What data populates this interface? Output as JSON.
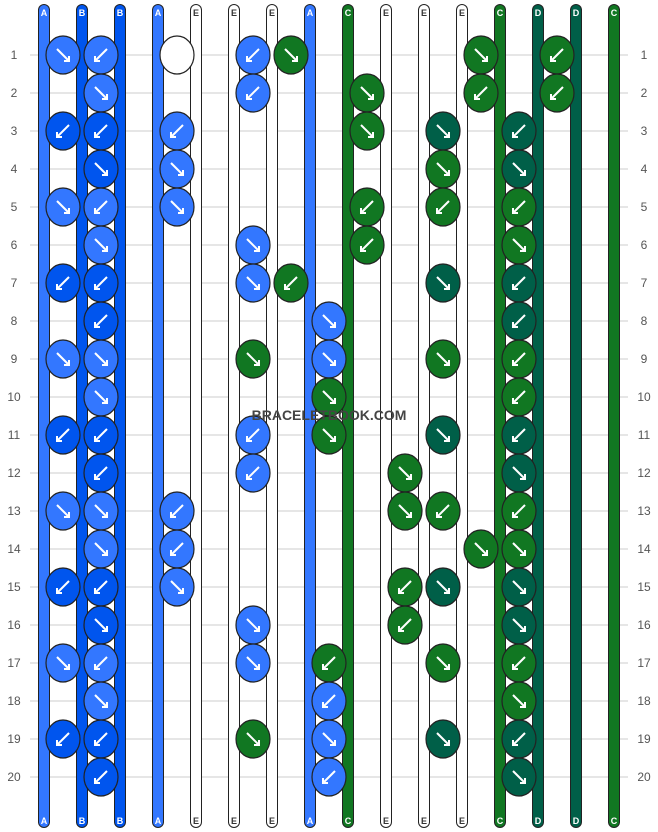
{
  "watermark": "BRACELETBOOK.COM",
  "row_labels": [
    "1",
    "2",
    "3",
    "4",
    "5",
    "6",
    "7",
    "8",
    "9",
    "10",
    "11",
    "12",
    "13",
    "14",
    "15",
    "16",
    "17",
    "18",
    "19",
    "20"
  ],
  "colors": {
    "A": "#3377ff",
    "B": "#0055ee",
    "C": "#117722",
    "D": "#005f48",
    "E": "#ffffff",
    "strand_outline": "#222222",
    "row_line": "#cccccc"
  },
  "strands_top": [
    "A",
    "B",
    "B",
    "A",
    "E",
    "E",
    "E",
    "A",
    "C",
    "E",
    "E",
    "E",
    "C",
    "D",
    "D",
    "C"
  ],
  "strands_bottom": [
    "A",
    "B",
    "B",
    "A",
    "E",
    "E",
    "E",
    "A",
    "C",
    "E",
    "E",
    "E",
    "C",
    "D",
    "D",
    "C"
  ],
  "knots": [
    [
      "A",
      "A",
      "",
      "E",
      "",
      "A",
      "C",
      "",
      "",
      "",
      "",
      "C",
      "",
      "C"
    ],
    [
      "A",
      "",
      "",
      "",
      "A",
      "",
      "",
      "C",
      "",
      "",
      "C",
      "",
      "C",
      ""
    ],
    [
      "B",
      "B",
      "",
      "A",
      "",
      "",
      "",
      "",
      "C",
      "",
      "D",
      "",
      "D",
      ""
    ],
    [
      "B",
      "",
      "A",
      "",
      "",
      "",
      "",
      "",
      "",
      "C",
      "",
      "D",
      "",
      ""
    ],
    [
      "A",
      "A",
      "",
      "A",
      "",
      "",
      "",
      "",
      "C",
      "",
      "C",
      "",
      "C",
      ""
    ],
    [
      "A",
      "",
      "",
      "",
      "A",
      "",
      "",
      "C",
      "",
      "",
      "",
      "C",
      "",
      ""
    ],
    [
      "B",
      "B",
      "",
      "",
      "",
      "A",
      "C",
      "",
      "",
      "",
      "D",
      "",
      "D",
      ""
    ],
    [
      "B",
      "",
      "",
      "",
      "",
      "",
      "A",
      "",
      "",
      "",
      "",
      "D",
      "",
      ""
    ],
    [
      "A",
      "A",
      "",
      "",
      "",
      "C",
      "",
      "A",
      "",
      "",
      "C",
      "",
      "C",
      ""
    ],
    [
      "A",
      "",
      "",
      "",
      "",
      "",
      "C",
      "",
      "",
      "",
      "",
      "C",
      "",
      ""
    ],
    [
      "B",
      "B",
      "",
      "",
      "",
      "A",
      "",
      "C",
      "",
      "",
      "D",
      "",
      "D",
      ""
    ],
    [
      "B",
      "",
      "",
      "",
      "A",
      "",
      "",
      "",
      "C",
      "",
      "",
      "D",
      "",
      ""
    ],
    [
      "A",
      "A",
      "",
      "A",
      "",
      "",
      "",
      "",
      "",
      "C",
      "C",
      "",
      "C",
      ""
    ],
    [
      "A",
      "",
      "A",
      "",
      "",
      "",
      "",
      "",
      "",
      "",
      "C",
      "C",
      "",
      ""
    ],
    [
      "B",
      "B",
      "",
      "A",
      "",
      "",
      "",
      "",
      "",
      "C",
      "D",
      "",
      "D",
      ""
    ],
    [
      "B",
      "",
      "",
      "",
      "A",
      "",
      "",
      "",
      "C",
      "",
      "",
      "D",
      "",
      ""
    ],
    [
      "A",
      "A",
      "",
      "",
      "",
      "A",
      "",
      "C",
      "",
      "",
      "C",
      "",
      "C",
      ""
    ],
    [
      "A",
      "",
      "",
      "",
      "",
      "",
      "A",
      "",
      "",
      "",
      "",
      "C",
      "",
      ""
    ],
    [
      "B",
      "B",
      "",
      "",
      "",
      "C",
      "",
      "A",
      "",
      "",
      "D",
      "",
      "D",
      ""
    ],
    [
      "B",
      "",
      "",
      "",
      "",
      "",
      "A",
      "",
      "",
      "",
      "",
      "D",
      "",
      ""
    ]
  ],
  "arrows": [
    [
      "se",
      "sw",
      "",
      "sw",
      "",
      "sw",
      "se",
      "",
      "",
      "",
      "",
      "se",
      "",
      "sw"
    ],
    [
      "se",
      "",
      "",
      "",
      "sw",
      "",
      "",
      "se",
      "",
      "",
      "sw",
      "",
      "sw",
      ""
    ],
    [
      "sw",
      "sw",
      "",
      "sw",
      "",
      "",
      "",
      "",
      "se",
      "",
      "se",
      "",
      "sw",
      ""
    ],
    [
      "se",
      "",
      "se",
      "",
      "",
      "",
      "",
      "",
      "",
      "se",
      "",
      "se",
      "",
      ""
    ],
    [
      "se",
      "sw",
      "",
      "se",
      "",
      "",
      "",
      "",
      "sw",
      "",
      "sw",
      "",
      "sw",
      ""
    ],
    [
      "se",
      "",
      "",
      "",
      "se",
      "",
      "",
      "sw",
      "",
      "",
      "",
      "se",
      "",
      ""
    ],
    [
      "sw",
      "sw",
      "",
      "",
      "",
      "se",
      "sw",
      "",
      "",
      "",
      "se",
      "",
      "sw",
      ""
    ],
    [
      "sw",
      "",
      "",
      "",
      "",
      "",
      "se",
      "",
      "",
      "",
      "",
      "sw",
      "",
      ""
    ],
    [
      "se",
      "se",
      "",
      "",
      "",
      "se",
      "",
      "se",
      "",
      "",
      "se",
      "",
      "sw",
      ""
    ],
    [
      "se",
      "",
      "",
      "",
      "",
      "",
      "se",
      "",
      "",
      "",
      "",
      "sw",
      "",
      ""
    ],
    [
      "sw",
      "sw",
      "",
      "",
      "",
      "sw",
      "",
      "se",
      "",
      "",
      "se",
      "",
      "sw",
      ""
    ],
    [
      "sw",
      "",
      "",
      "",
      "sw",
      "",
      "",
      "",
      "se",
      "",
      "",
      "se",
      "",
      ""
    ],
    [
      "se",
      "se",
      "",
      "sw",
      "",
      "",
      "",
      "",
      "",
      "se",
      "sw",
      "",
      "sw",
      ""
    ],
    [
      "se",
      "",
      "sw",
      "",
      "",
      "",
      "",
      "",
      "",
      "",
      "se",
      "se",
      "",
      ""
    ],
    [
      "sw",
      "sw",
      "",
      "se",
      "",
      "",
      "",
      "",
      "",
      "sw",
      "se",
      "",
      "se",
      ""
    ],
    [
      "se",
      "",
      "",
      "",
      "se",
      "",
      "",
      "",
      "sw",
      "",
      "",
      "se",
      "",
      ""
    ],
    [
      "se",
      "sw",
      "",
      "",
      "",
      "se",
      "",
      "sw",
      "",
      "",
      "se",
      "",
      "sw",
      ""
    ],
    [
      "se",
      "",
      "",
      "",
      "",
      "",
      "sw",
      "",
      "",
      "",
      "",
      "se",
      "",
      ""
    ],
    [
      "sw",
      "sw",
      "",
      "",
      "",
      "se",
      "",
      "se",
      "",
      "",
      "se",
      "",
      "sw",
      ""
    ],
    [
      "sw",
      "",
      "",
      "",
      "",
      "",
      "sw",
      "",
      "",
      "",
      "",
      "se",
      "",
      ""
    ]
  ]
}
